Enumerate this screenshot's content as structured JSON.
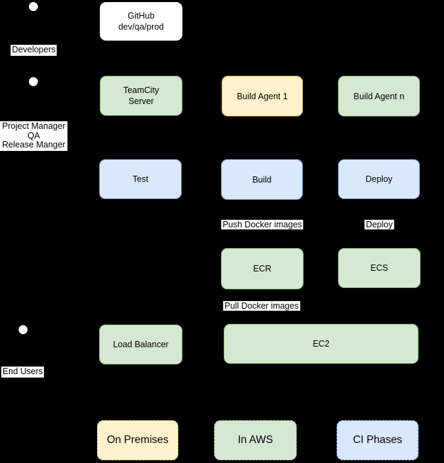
{
  "canvas": {
    "background": "#000000"
  },
  "palette": {
    "canvas_bg": "#000000",
    "text": "#000000",
    "label_bg": "#ffffff",
    "actor_fill": "#ffffff",
    "green_fill": "#d5e8d4",
    "green_border": "#82b366",
    "yellow_fill": "#fff2cc",
    "yellow_border": "#d6b656",
    "blue_fill": "#dae8fc",
    "blue_border": "#6c8ebf",
    "white_fill": "#ffffff"
  },
  "actors": {
    "developers": {
      "label": "Developers"
    },
    "project_manager": {
      "line1": "Project Manager",
      "line2": "QA",
      "line3": "Release Manger"
    },
    "end_users": {
      "label": "End Users"
    }
  },
  "boxes": {
    "github": {
      "line1": "GitHub",
      "line2": "dev/qa/prod"
    },
    "teamcity": {
      "line1": "TeamCity",
      "line2": "Server"
    },
    "build_agent_1": {
      "label": "Build Agent 1"
    },
    "build_agent_n": {
      "label": "Build Agent n"
    },
    "test": {
      "label": "Test"
    },
    "build": {
      "label": "Build"
    },
    "deploy": {
      "label": "Deploy"
    },
    "ecr": {
      "label": "ECR"
    },
    "ecs": {
      "label": "ECS"
    },
    "load_balancer": {
      "label": "Load Balancer"
    },
    "ec2": {
      "label": "EC2"
    }
  },
  "edge_labels": {
    "push_docker": "Push Docker images",
    "deploy": "Deploy",
    "pull_docker": "Pull Docker images"
  },
  "legend": {
    "on_premises": "On Premises",
    "in_aws": "In AWS",
    "ci_phases": "CI Phases"
  }
}
